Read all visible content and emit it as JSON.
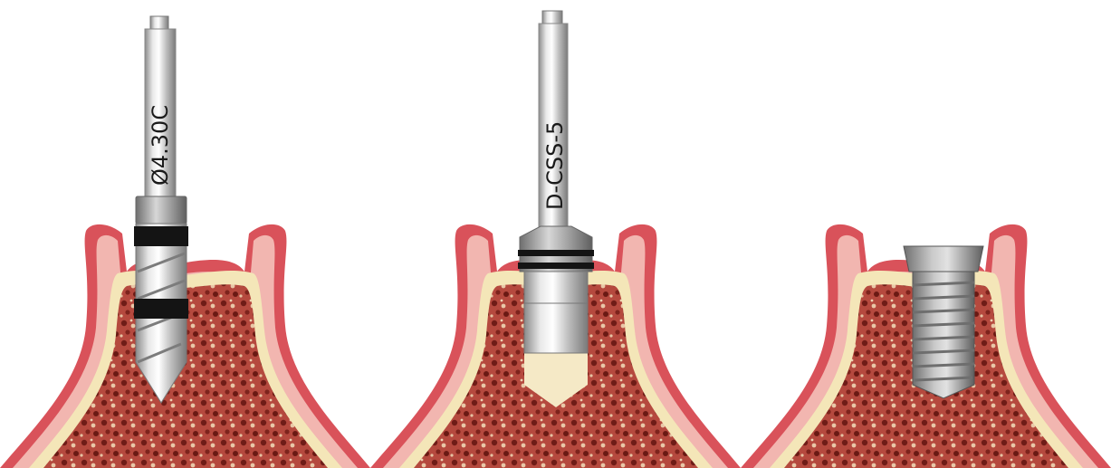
{
  "panels": [
    {
      "instrument": "drill",
      "label": "Ø4.30C"
    },
    {
      "instrument": "crestal-bone-drill",
      "label": "D-CSS-5"
    },
    {
      "instrument": "implant",
      "label": ""
    }
  ],
  "colors": {
    "gum_outer": "#d9525a",
    "gum_inner": "#f2b6b0",
    "cortical": "#f4e6b8",
    "cancellous": "#a9443a",
    "marrow": "#7a1f1a",
    "steel_light": "#f2f2f2",
    "steel_dark": "#8d8d8d",
    "band": "#141414",
    "implant_thread": "#9a9a9a",
    "osteotomy": "#f5e9c6"
  }
}
